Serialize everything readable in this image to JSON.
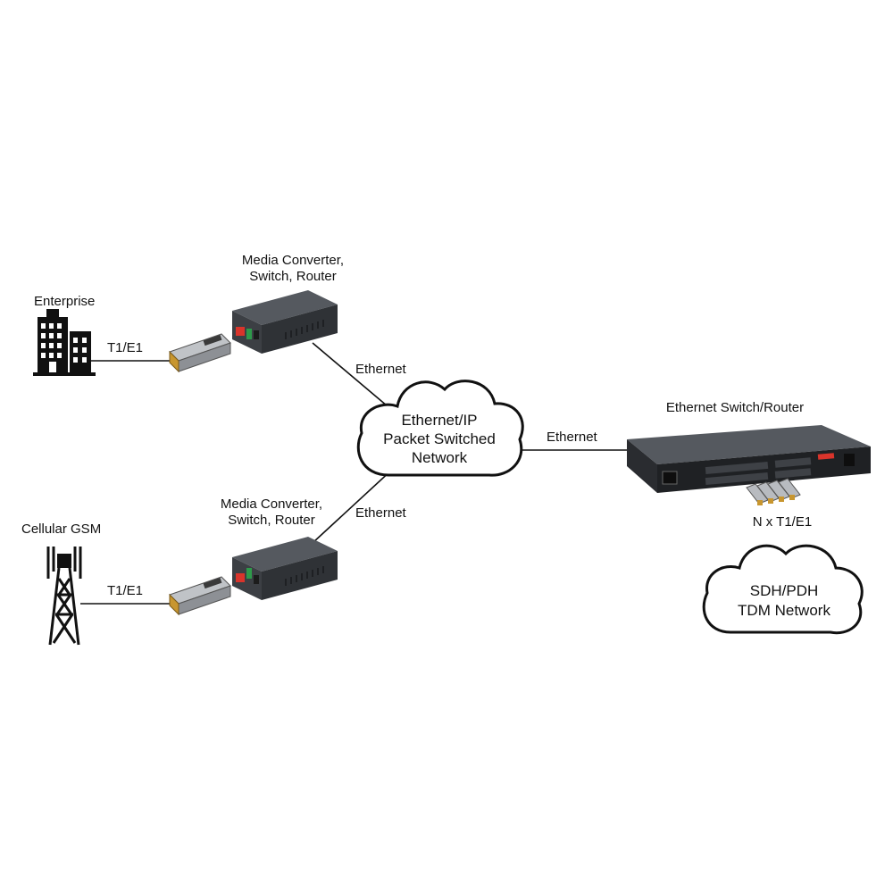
{
  "labels": {
    "enterprise": "Enterprise",
    "cellular": "Cellular GSM",
    "t1e1_top": "T1/E1",
    "t1e1_bottom": "T1/E1",
    "mc_top_line1": "Media Converter,",
    "mc_top_line2": "Switch, Router",
    "mc_bottom_line1": "Media Converter,",
    "mc_bottom_line2": "Switch, Router",
    "ethernet_top": "Ethernet",
    "ethernet_bottom": "Ethernet",
    "ethernet_right": "Ethernet",
    "switch_router": "Ethernet Switch/Router",
    "n_t1e1": "N x T1/E1"
  },
  "clouds": {
    "packet_network": [
      "Ethernet/IP",
      "Packet Switched",
      "Network"
    ],
    "tdm_network": [
      "SDH/PDH",
      "TDM Network"
    ]
  },
  "colors": {
    "line": "#111111",
    "device_body": "#3c3f44",
    "device_top": "#55595f",
    "sfp_body": "#9a9da2",
    "sfp_gold": "#c8962f",
    "led_green": "#2e9a4a",
    "laser_red": "#d9342b",
    "icon": "#111111"
  }
}
